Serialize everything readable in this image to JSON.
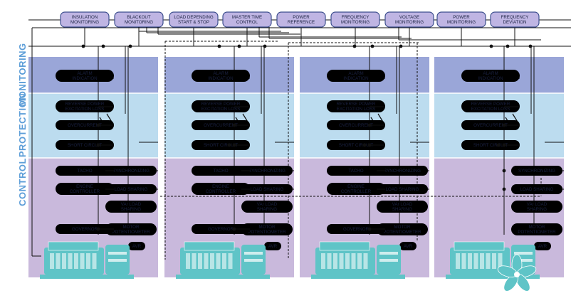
{
  "side_labels": [
    "MONITORING",
    "PROTECTION",
    "CONTROL"
  ],
  "top_functions": [
    [
      "INSULATION",
      "MONITORING"
    ],
    [
      "BLACKOUT",
      "MONITORING"
    ],
    [
      "LOAD DEPENDING",
      "START & STOP"
    ],
    [
      "MASTER TIME",
      "CONTROL"
    ],
    [
      "POWER",
      "REFERENCE"
    ],
    [
      "FREQUENCY",
      "MONITORING"
    ],
    [
      "VOLTAGE",
      "MONITORING"
    ],
    [
      "POWER",
      "MONITORING"
    ],
    [
      "FREQUENCY",
      "DEVIATION"
    ]
  ],
  "unit_blocks": {
    "alarm": [
      "ALARM",
      "INDICATION"
    ],
    "reverse_power": [
      "REVERSE POWER",
      "EXCITATION LOSS"
    ],
    "overcurrent": [
      "OVERCURRENT"
    ],
    "short_circuit": [
      "SHORT CIRCUIT"
    ],
    "tacho": [
      "TACHO"
    ],
    "engine_controller": [
      "ENGINE",
      "CONTROLLER"
    ],
    "governor": [
      "GOVERNOR"
    ],
    "synchronizing": [
      "SYNCHRONIZING"
    ],
    "load_sharing": [
      "LOAD SHARING"
    ],
    "var_load_sharing": [
      "VAr LOAD",
      "SHARING"
    ],
    "motor_potentiometer": [
      "MOTOR",
      "POTENTIOMETER"
    ],
    "avr": [
      "AVR"
    ]
  },
  "colors": {
    "monitoring_band": "#9aa6d8",
    "protection_band": "#bcdcef",
    "control_band": "#c9b9dc",
    "top_box_fill": "#bfb5e3",
    "top_box_stroke": "#3d4f8e",
    "block_fill": "#ffffff",
    "block_stroke": "#3e7dc1",
    "wire": "#111111",
    "engine": "#5fc4c7",
    "side_label": "#5d9ed8"
  }
}
